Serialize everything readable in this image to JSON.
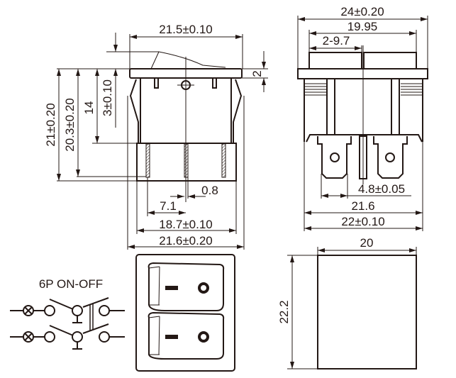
{
  "side_view": {
    "width_top": "21.5±0.10",
    "height_total": "21±0.20",
    "height_pins": "20.3±0.20",
    "height_body": "14",
    "rocker_height": "3±0.10",
    "flange_thickness": "2",
    "pin_thickness": "0.8",
    "pin_pitch": "7.1",
    "base_width": "18.7±0.10",
    "overall_width": "21.6±0.20"
  },
  "end_view": {
    "flange_width": "24±0.20",
    "rocker_span": "19.95",
    "rocker_width": "2-9.7",
    "terminal_width": "4.8±0.05",
    "body_width": "21.6",
    "base_width": "22±0.10"
  },
  "cutout_view": {
    "width": "20",
    "height": "22.2"
  },
  "schematic": {
    "label": "6P  ON-OFF"
  },
  "colors": {
    "line": "#231815",
    "background": "#ffffff"
  }
}
